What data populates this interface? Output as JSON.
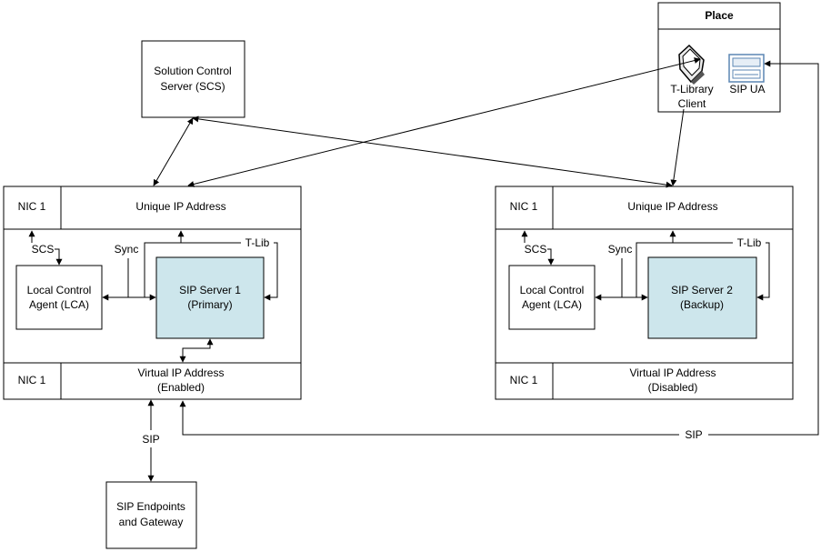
{
  "colors": {
    "server_fill": "#cde6ec",
    "ua_icon": "#5b86b3",
    "line": "#000000"
  },
  "place": {
    "title": "Place",
    "tlib_client": [
      "T-Library",
      "Client"
    ],
    "sip_ua": "SIP UA"
  },
  "scs": {
    "label": [
      "Solution Control",
      "Server (SCS)"
    ]
  },
  "endpoints": {
    "label": [
      "SIP Endpoints",
      "and Gateway"
    ]
  },
  "host1": {
    "nic_top": "NIC 1",
    "unique_ip": "Unique IP Address",
    "scs": "SCS",
    "sync": "Sync",
    "tlib": "T-Lib",
    "lca": [
      "Local Control",
      "Agent (LCA)"
    ],
    "server": [
      "SIP Server 1",
      "(Primary)"
    ],
    "nic_bottom": "NIC 1",
    "virtual_ip": [
      "Virtual IP Address",
      "(Enabled)"
    ]
  },
  "host2": {
    "nic_top": "NIC 1",
    "unique_ip": "Unique IP Address",
    "scs": "SCS",
    "sync": "Sync",
    "tlib": "T-Lib",
    "lca": [
      "Local Control",
      "Agent (LCA)"
    ],
    "server": [
      "SIP Server 2",
      "(Backup)"
    ],
    "nic_bottom": "NIC 1",
    "virtual_ip": [
      "Virtual IP Address",
      "(Disabled)"
    ]
  },
  "links": {
    "sip_endpoints": "SIP",
    "sip_ua": "SIP"
  }
}
